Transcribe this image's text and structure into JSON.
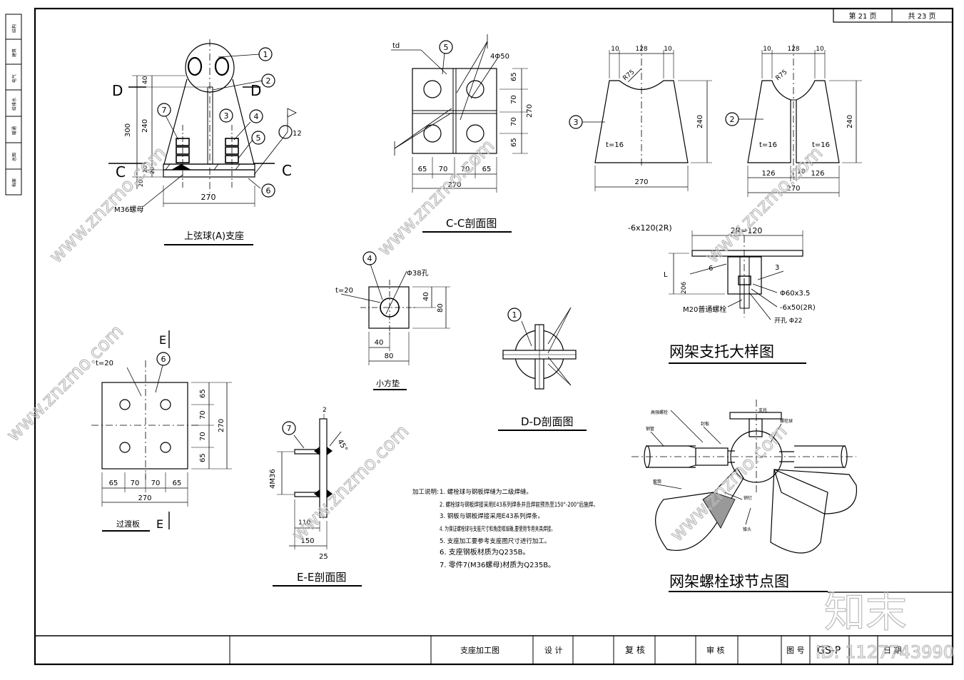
{
  "title_block": {
    "page_current": "第 21 页",
    "page_total": "共 23 页",
    "drawing_name": "支座加工图",
    "design_label": "设 计",
    "review_label": "复 核",
    "approve_label": "审 核",
    "drawing_no_label": "图 号",
    "drawing_no": "GS-P",
    "date_label": "日 期"
  },
  "left_strip": {
    "labels": [
      "结构",
      "建筑",
      "电气",
      "给排水",
      "暖通",
      "总图",
      "档案"
    ]
  },
  "support_a": {
    "title": "上弦球(A)支座",
    "balloons": [
      "1",
      "2",
      "3",
      "4",
      "5",
      "6",
      "7"
    ],
    "section_marks": [
      "D",
      "D",
      "C",
      "C"
    ],
    "dims": [
      "40",
      "300",
      "240",
      "20",
      "20",
      "20",
      "270"
    ],
    "weld": "12",
    "nut_label": "M36螺母"
  },
  "section_cc": {
    "title": "C-C剖面图",
    "td": "td",
    "balloon": "5",
    "holes": "4Φ50",
    "dims_right": [
      "65",
      "70",
      "70",
      "65",
      "270"
    ],
    "dims_bottom": [
      "65",
      "70",
      "70",
      "65",
      "270"
    ]
  },
  "plate3": {
    "balloon": "3",
    "dims_top": [
      "10",
      "128",
      "10"
    ],
    "radius": "R75",
    "thickness": "t=16",
    "height": "240",
    "width": "270"
  },
  "plate2": {
    "balloon": "2",
    "dims_top": [
      "10",
      "128",
      "10"
    ],
    "radius": "R75",
    "thickness_left": "t=16",
    "thickness_right": "t=16",
    "height": "240",
    "dims_bottom": [
      "126",
      "18",
      "126"
    ],
    "width": "270"
  },
  "washer": {
    "title": "小方垫",
    "balloon": "4",
    "hole": "Φ38孔",
    "thickness": "t=20",
    "dims": [
      "40",
      "80",
      "40",
      "80"
    ]
  },
  "section_dd": {
    "title": "D-D剖面图",
    "balloon": "1"
  },
  "transition_plate": {
    "title": "过渡板",
    "thickness": "t=20",
    "balloon": "6",
    "section_mark": "E",
    "dims_right": [
      "65",
      "70",
      "70",
      "65",
      "270"
    ],
    "dims_bottom": [
      "65",
      "70",
      "70",
      "65",
      "270"
    ]
  },
  "section_ee": {
    "title": "E-E剖面图",
    "balloon": "7",
    "bolt": "4M36",
    "dims": [
      "2",
      "45°",
      "110",
      "150",
      "25"
    ]
  },
  "notes": {
    "heading": "加工说明:",
    "items": [
      "1. 螺栓球与钢板焊缝为二级焊缝。",
      "2. 螺栓球与钢板焊接采用E43系列焊条并且焊前预热至150°-200°后施焊。",
      "3. 钢板与钢板焊接采用E43系列焊条。",
      "4. 为保证螺栓球与支座尺寸和角度相准确,要使用专用夹具焊接。",
      "5. 支座加工要参考支座图尺寸进行加工。",
      "6. 支座钢板材质为Q235B。",
      "7. 零件7(M36螺母)材质为Q235B。"
    ]
  },
  "support_detail": {
    "title": "网架支托大样图",
    "plate": "-6x120(2R)",
    "width": "2R=120",
    "weld_left": "6",
    "weld_right": "3",
    "l_label": "L",
    "height": "206",
    "pipe": "Φ60x3.5",
    "plate2": "-6x50(2R)",
    "bolt": "M20普通螺栓",
    "hole": "开孔 Φ22"
  },
  "bolt_ball_node": {
    "title": "网架螺栓球节点图",
    "labels": [
      "高强螺栓",
      "钢管",
      "封板",
      "销钉",
      "支托",
      "螺栓球",
      "套筒",
      "锥头"
    ]
  },
  "watermark": {
    "text": "www.znzmo.com",
    "brand": "知末",
    "id": "ID: 1127743990"
  }
}
